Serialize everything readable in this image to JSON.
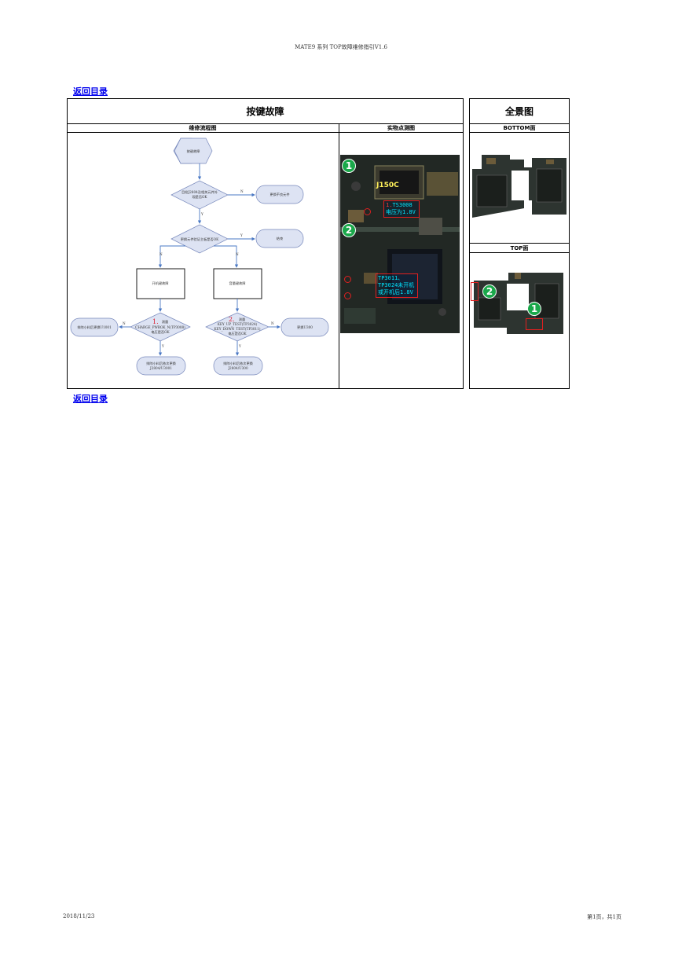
{
  "header": {
    "title": "MATE9 系列 TOP故障维修指引V1.6"
  },
  "nav": {
    "back_top": "返回目录",
    "back_bottom": "返回目录"
  },
  "main": {
    "title": "按键故障",
    "col_flow": "维修流程图",
    "col_photo": "实物点测图"
  },
  "overview": {
    "title": "全景图",
    "bottom_label": "BOTTOM面",
    "top_label": "TOP面"
  },
  "flow": {
    "start": "按键故障",
    "q1": [
      "目检J2804及相关元件外",
      "观是否OK"
    ],
    "q1_no": "更换不良元件",
    "q2": "更换元件验证主板是否OK",
    "q2_yes": "结束",
    "power_key": "开机键故障",
    "volume_key": "音量键故障",
    "m1_num": "1.",
    "m1": [
      "测量",
      "CHARGE_PWROK_N(TP3008)",
      "电压是否OK"
    ],
    "m2_num": "2.",
    "m2": [
      "测量",
      "KEY_UP_TEST(TP3024)",
      "KEY_DOWN_TEST(TP3011)",
      "电压是否OK"
    ],
    "m1_no": "排除小料后更换U1001",
    "m1_yes": [
      "排除小料后依次更换",
      "J2804/U3001"
    ],
    "m2_no": "更换U300",
    "m2_yes": [
      "排除小料后依次更换",
      "J2804/U300"
    ],
    "yes": "Y",
    "no": "N"
  },
  "photo": {
    "connector_label": "J150C",
    "callout1_num": "1.",
    "callout1": [
      "TS3008",
      "电压为1.8V"
    ],
    "callout2": [
      "TP3011、",
      "TP3024未开机",
      "或开机后1.8V"
    ],
    "marker1": "1",
    "marker2": "2"
  },
  "footer": {
    "date": "2018/11/23",
    "page": "第1页，共1页"
  }
}
